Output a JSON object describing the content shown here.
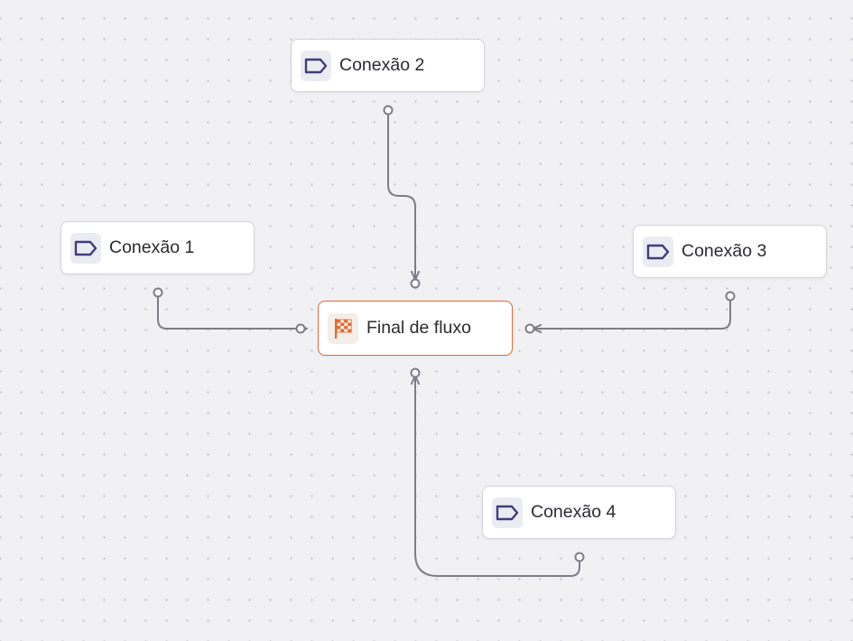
{
  "nodes": {
    "conexao_1": {
      "label": "Conexão 1",
      "icon": "tag-icon"
    },
    "conexao_2": {
      "label": "Conexão 2",
      "icon": "tag-icon"
    },
    "conexao_3": {
      "label": "Conexão 3",
      "icon": "tag-icon"
    },
    "conexao_4": {
      "label": "Conexão 4",
      "icon": "tag-icon"
    },
    "final": {
      "label": "Final de fluxo",
      "icon": "checkered-flag-icon"
    }
  },
  "edges": [
    {
      "from": "conexao_1",
      "to": "final"
    },
    {
      "from": "conexao_2",
      "to": "final"
    },
    {
      "from": "conexao_3",
      "to": "final"
    },
    {
      "from": "conexao_4",
      "to": "final"
    }
  ],
  "colors": {
    "background": "#f1f1f4",
    "dot_grid": "#c9c9d2",
    "edge": "#7d7d85",
    "tag_icon": "#3f3d7a",
    "final_accent": "#e8692c"
  }
}
